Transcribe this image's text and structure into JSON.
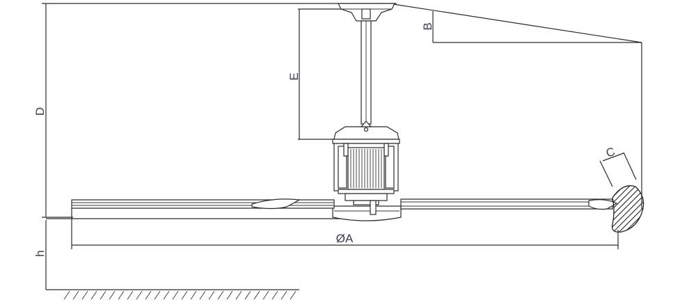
{
  "diagram": {
    "labels": {
      "diameter": "ØA",
      "blade_drop": "B",
      "blade_chord": "C",
      "total_height": "D",
      "downrod_length": "E",
      "floor_clearance": "h"
    },
    "colors": {
      "line": "#2a2a2a",
      "label": "#3a3f4a",
      "hatch": "#222222"
    }
  }
}
